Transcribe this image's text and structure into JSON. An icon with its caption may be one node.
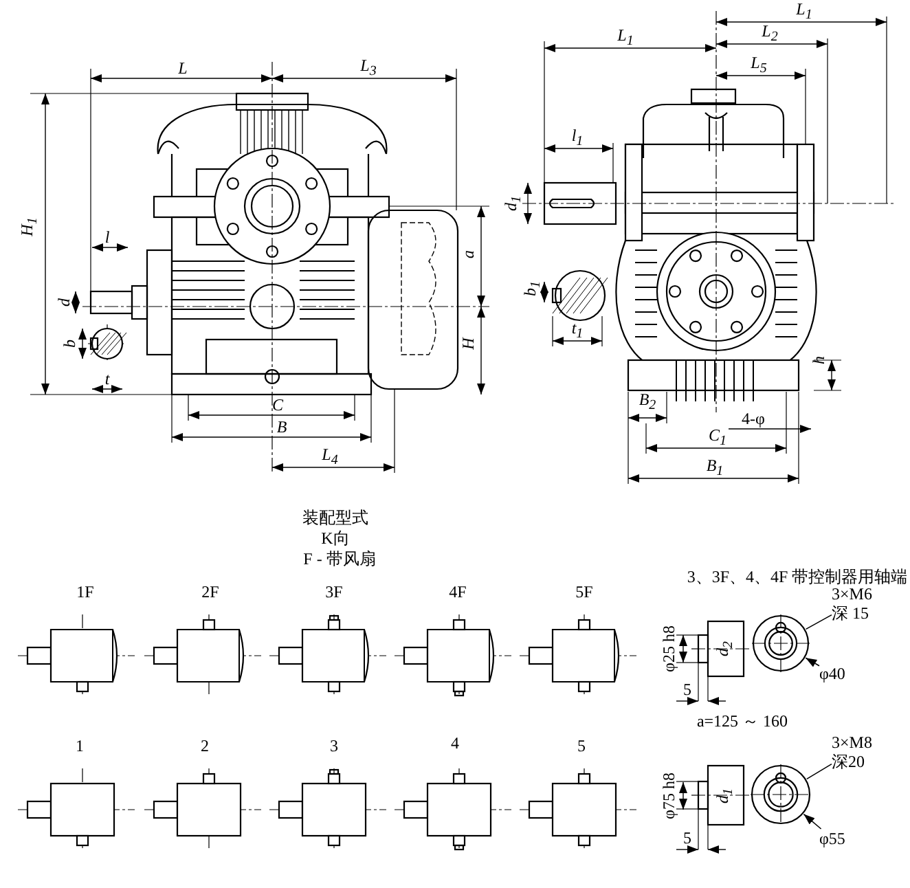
{
  "diagram": {
    "nodes": [
      {
        "text": [
          "3×M6",
          "深 15"
        ]
      },
      {
        "text": [],
        "shape": "circle"
      },
      {
        "text": [
          "φ40"
        ]
      },
      {
        "text": [
          "3×M8",
          "深20"
        ]
      },
      {
        "text": [],
        "shape": "circle"
      },
      {
        "text": [
          "φ55"
        ]
      }
    ],
    "edges": [
      {
        "from": 0,
        "to": 1,
        "arrow": "none"
      },
      {
        "from": 2,
        "to": 1,
        "arrow": "to"
      },
      {
        "from": 3,
        "to": 4,
        "arrow": "none"
      },
      {
        "from": 5,
        "to": 4,
        "arrow": "to"
      }
    ],
    "labels": [
      "L",
      "L$_{3}$",
      "H$_{1}$",
      "l",
      "a",
      "d",
      "H",
      "b",
      "t",
      "C",
      "B",
      "L$_{4}$",
      "L$_{1}$",
      "L$_{1}$",
      "L$_{2}$",
      "L$_{5}$",
      "l$_{1}$",
      "d$_{1}$",
      "b$_{1}$",
      "t$_{1}$",
      "h",
      "B$_{2}$",
      "4-φ",
      "C$_{1}$",
      "B$_{1}$",
      "装配型式",
      "K向",
      "F - 带风扇",
      "3、3F、4、4F 带控制器用轴端",
      "1F",
      "2F",
      "3F",
      "4F",
      "5F",
      "φ25 h8",
      "d$_{2}$",
      "5",
      "a=125 ～ 160",
      "1",
      "2",
      "3",
      "4",
      "5",
      "φ75 h8",
      "d$_{1}$",
      "5"
    ]
  }
}
